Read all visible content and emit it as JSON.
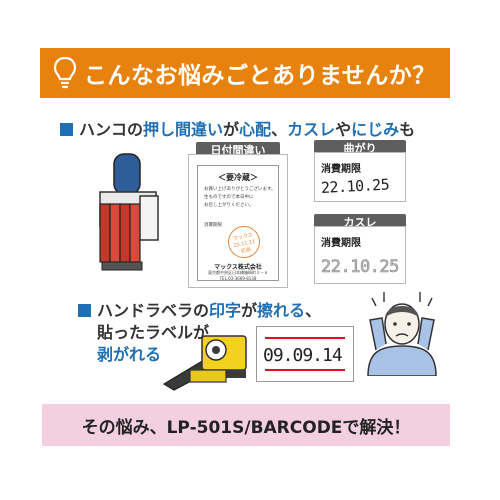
{
  "banner": {
    "title": "こんなお悩みごとありませんか？",
    "icon": "lightbulb-icon",
    "color": "#e8820e"
  },
  "section1": {
    "prefix": "ハンコの",
    "highlight1": "押し間違い",
    "mid1": "が",
    "highlight2": "心配",
    "mid2": "、",
    "highlight3": "カスレ",
    "mid3": "や",
    "highlight4": "にじみ",
    "suffix": "も"
  },
  "section2": {
    "line1_prefix": "ハンドラベラの",
    "line1_hl1": "印字",
    "line1_mid": "が",
    "line1_hl2": "擦れる",
    "line1_suffix": "、",
    "line2_prefix": "貼ったラベルが",
    "line3_hl": "剥がれる"
  },
  "panels": {
    "date_tag": "日付間違い",
    "label": {
      "title": "＜要冷蔵＞",
      "line1": "お買い上げありがとうございます。",
      "line2": "生ものですので本日中に",
      "line3": "お召し上がりください。",
      "expiry": "消費期限",
      "stamp_top": "マックス",
      "stamp_date": "25.11.11",
      "stamp_bottom": "初島",
      "company": "マックス株式会社",
      "address": "東京都中央区日本橋箱崎町３－６",
      "tel": "TEL.03-3669-8138"
    },
    "curve_tag": "曲がり",
    "curve_title": "消費期限",
    "curve_date": "22.10.25",
    "fade_tag": "カスレ",
    "fade_title": "消費期限",
    "fade_date": "22.10.25",
    "print_digits": "09.09.14"
  },
  "bottom": {
    "text": "その悩み、LP-501S/BARCODEで解決！",
    "color": "#f3cfdf"
  },
  "accent": "#1f6fb5"
}
